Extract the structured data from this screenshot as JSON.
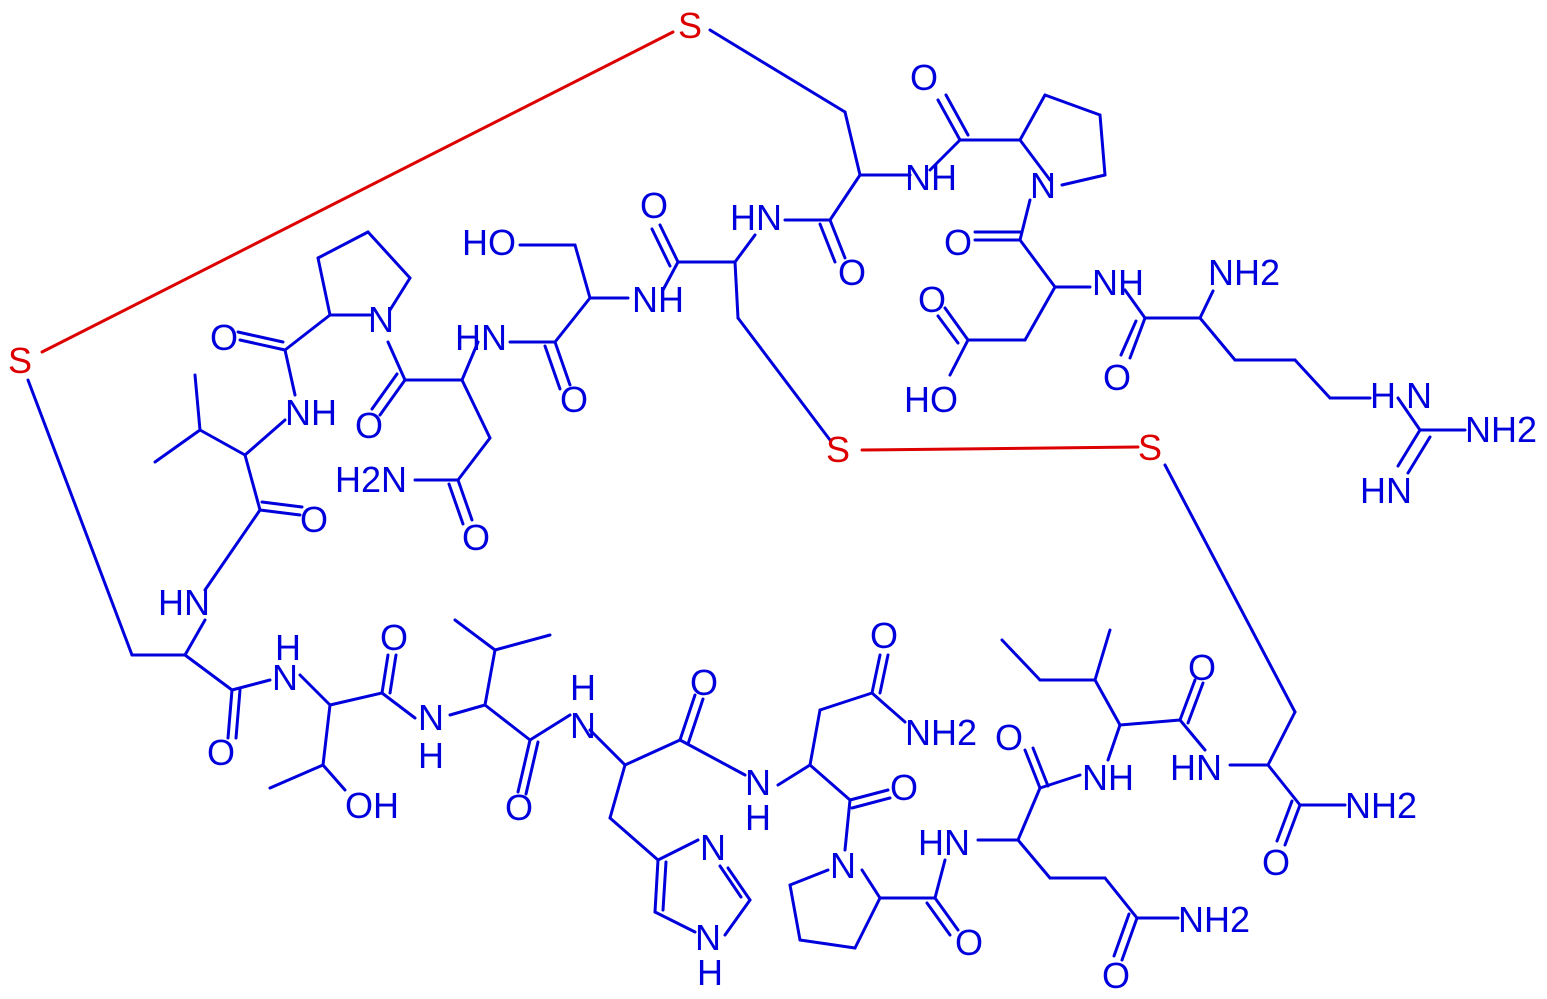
{
  "colors": {
    "backbone": "#0000dd",
    "disulfide": "#dd0000",
    "background": "#ffffff"
  },
  "labels": {
    "s1": "S",
    "s2": "S",
    "s3": "S",
    "s4": "S",
    "arg_nh2": "NH2",
    "arg_o": "O",
    "arg_nh_link": "NH",
    "guan_nh": "H N",
    "guan_nh2": "NH2",
    "guan_hn": "HN",
    "asp_o": "O",
    "asp_oh_top": "O",
    "asp_ho": "HO",
    "asp_nh": "NH",
    "pro1_o": "O",
    "pro1_n": "N",
    "cys1_nh": "NH",
    "cys1_o": "O",
    "cys2_hn": "HN",
    "cys2_o": "O",
    "ser_ho": "HO",
    "ser_nh": "NH",
    "ser_o": "O",
    "asn1_hn": "HN",
    "asn1_o_amide": "O",
    "asn1_h2n": "H2N",
    "asn1_o_side": "O",
    "pro2_n": "N",
    "pro2_o": "O",
    "val1_nh": "NH",
    "val1_o": "O",
    "cys3_hn": "HN",
    "cys3_o": "O",
    "thr_n": "N",
    "thr_h": "H",
    "thr_oh": "OH",
    "thr_o": "O",
    "val2_n": "N",
    "val2_h": "H",
    "val2_o": "O",
    "his_n": "N",
    "his_h": "H",
    "his_o": "O",
    "his_ring_n": "N",
    "his_ring_nh": "N",
    "his_ring_h": "H",
    "asn2_n": "N",
    "asn2_h": "H",
    "asn2_o_side": "O",
    "asn2_nh2": "NH2",
    "asn2_o": "O",
    "pro3_n": "N",
    "pro3_o": "O",
    "gln_hn": "HN",
    "gln_o": "O",
    "gln_nh2": "NH2",
    "gln_o_side": "O",
    "ile_nh": "NH",
    "ile_o": "O",
    "cys4_hn": "HN",
    "cys4_o": "O",
    "cys4_nh2": "NH2"
  }
}
